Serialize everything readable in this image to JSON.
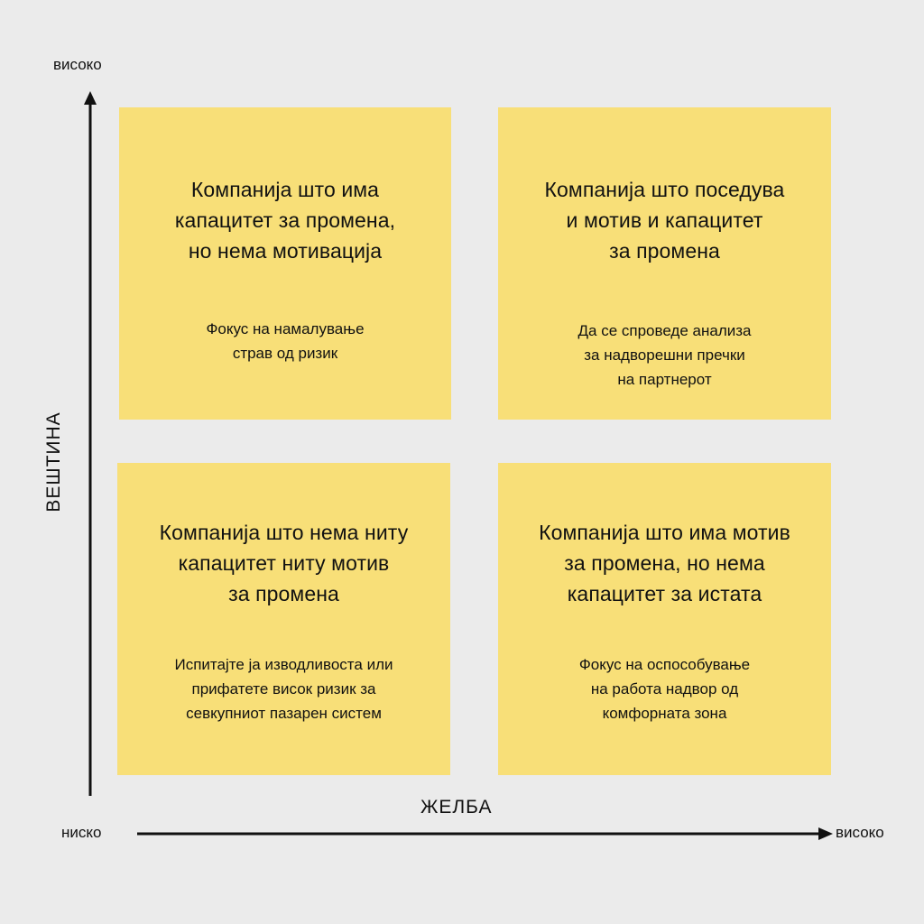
{
  "axes": {
    "y_title": "ВЕШТИНА",
    "y_high": "високо",
    "x_title": "ЖЕЛБА",
    "x_low": "ниско",
    "x_high": "високо"
  },
  "colors": {
    "background": "#ebebeb",
    "quadrant_fill": "#f8df78",
    "axis": "#111111"
  },
  "quadrants": {
    "top_left": {
      "title": "Компанија што има\nкапацитет за промена,\nно нема мотивација",
      "description": "Фокус на намалување\nстрав од ризик"
    },
    "top_right": {
      "title": "Компанија што поседува\nи мотив и капацитет\nза промена",
      "description": "Да се спроведе анализа\nза надворешни пречки\nна партнерот"
    },
    "bottom_left": {
      "title": "Компанија што нема ниту\nкапацитет ниту мотив\nза промена",
      "description": "Испитајте ја изводливоста или\nприфатете висок ризик за\nсевкупниот пазарен систем"
    },
    "bottom_right": {
      "title": "Компанија што има мотив\nза промена, но нема\nкапацитет за истата",
      "description": "Фокус на оспособување\nна работа надвор од\nкомфорната зона"
    }
  }
}
